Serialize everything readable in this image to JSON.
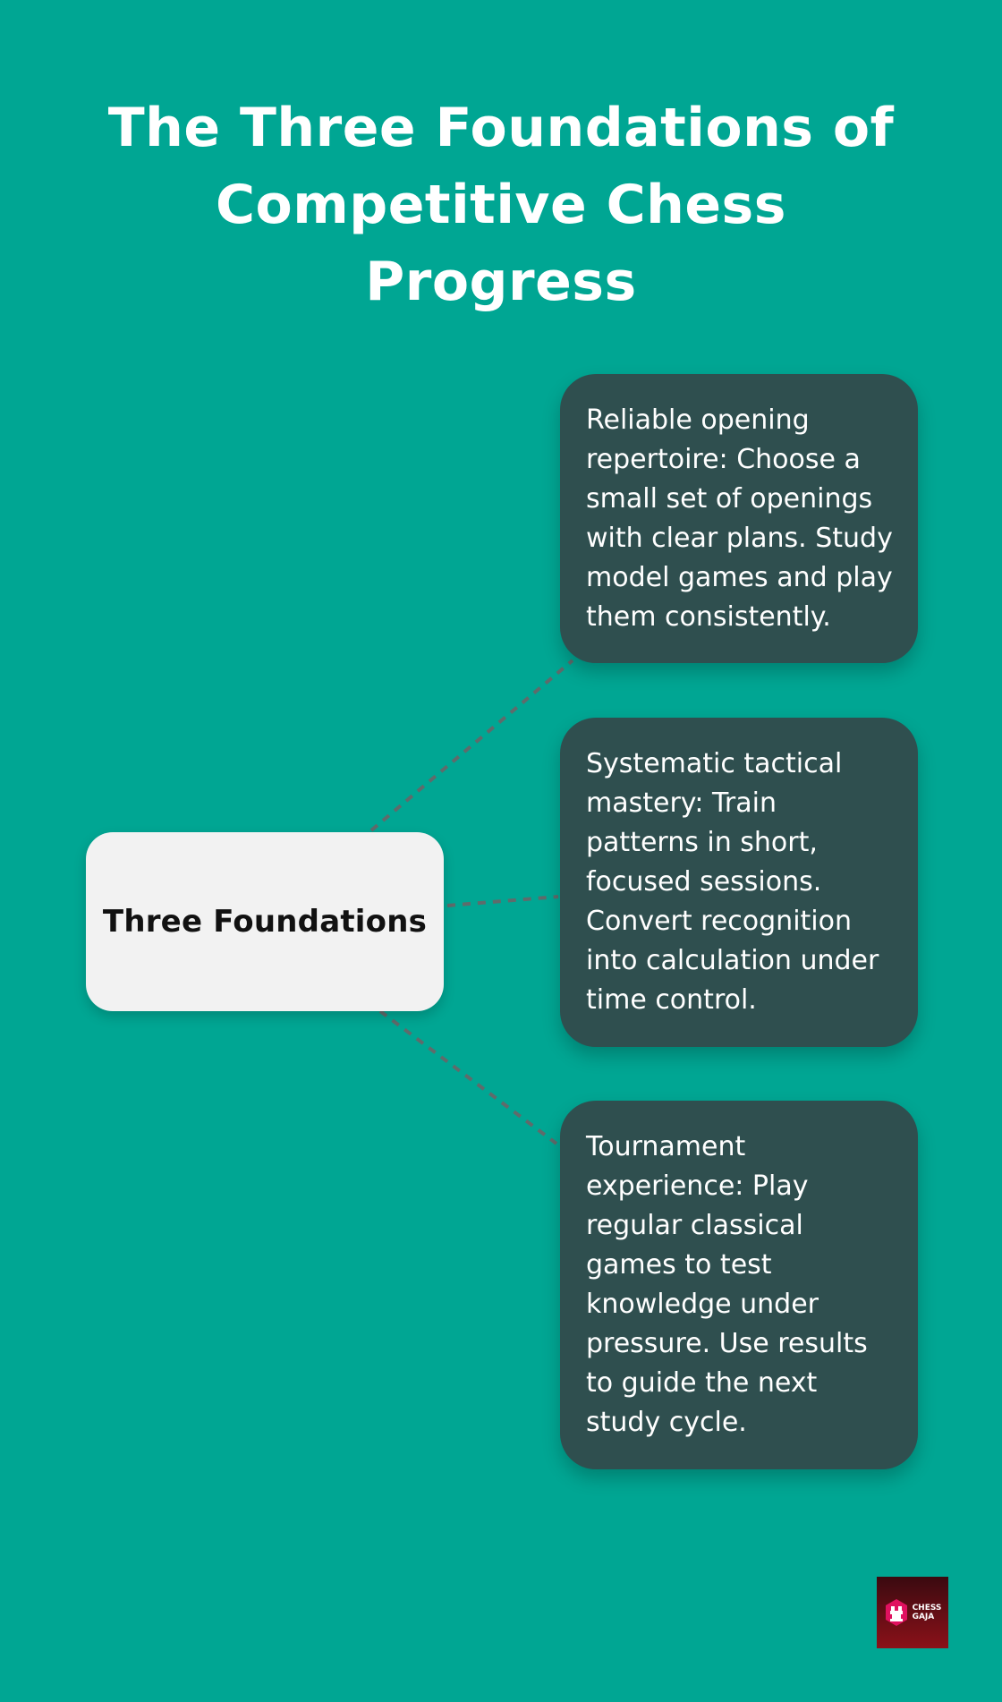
{
  "title": "The Three Foundations of Competitive Chess Progress",
  "hub": {
    "label": "Three Foundations"
  },
  "foundations": [
    {
      "text": "Reliable opening repertoire: Choose a small set of openings with clear plans. Study model games and play them consistently."
    },
    {
      "text": "Systematic tactical mastery: Train patterns in short, focused sessions. Convert recognition into calculation under time control."
    },
    {
      "text": "Tournament experience: Play regular classical games to test knowledge under pressure. Use results to guide the next study cycle."
    }
  ],
  "logo": {
    "line1": "CHESS",
    "line2": "GAJA"
  },
  "colors": {
    "background": "#00a693",
    "card": "#2f4f4f",
    "hub": "#f2f2f2",
    "connector": "#5f6b6b",
    "logo_accent": "#e0115f"
  }
}
